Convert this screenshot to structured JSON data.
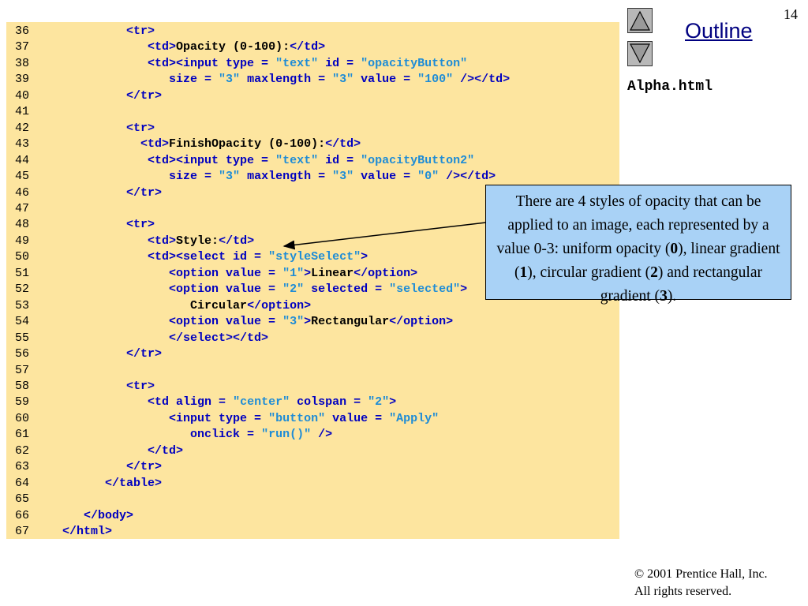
{
  "slide": {
    "number": "14"
  },
  "navigation": {
    "outline_label": "Outline",
    "up_icon": "triangle-up-icon",
    "down_icon": "triangle-down-icon"
  },
  "file_name": "Alpha.html",
  "code_lines": [
    {
      "n": "36",
      "indent": 12,
      "tokens": [
        [
          "t",
          "<tr>"
        ]
      ]
    },
    {
      "n": "37",
      "indent": 15,
      "tokens": [
        [
          "t",
          "<td>"
        ],
        [
          "x",
          "Opacity (0-100):"
        ],
        [
          "t",
          "</td>"
        ]
      ]
    },
    {
      "n": "38",
      "indent": 15,
      "tokens": [
        [
          "t",
          "<td><input type = "
        ],
        [
          "s",
          "\"text\""
        ],
        [
          "t",
          " id = "
        ],
        [
          "s",
          "\"opacityButton\""
        ]
      ]
    },
    {
      "n": "39",
      "indent": 18,
      "tokens": [
        [
          "t",
          "size = "
        ],
        [
          "s",
          "\"3\""
        ],
        [
          "t",
          " maxlength = "
        ],
        [
          "s",
          "\"3\""
        ],
        [
          "t",
          " value = "
        ],
        [
          "s",
          "\"100\""
        ],
        [
          "t",
          " /></td>"
        ]
      ]
    },
    {
      "n": "40",
      "indent": 12,
      "tokens": [
        [
          "t",
          "</tr>"
        ]
      ]
    },
    {
      "n": "41",
      "indent": 0,
      "tokens": []
    },
    {
      "n": "42",
      "indent": 12,
      "tokens": [
        [
          "t",
          "<tr>"
        ]
      ]
    },
    {
      "n": "43",
      "indent": 14,
      "tokens": [
        [
          "t",
          "<td>"
        ],
        [
          "x",
          "FinishOpacity (0-100):"
        ],
        [
          "t",
          "</td>"
        ]
      ]
    },
    {
      "n": "44",
      "indent": 15,
      "tokens": [
        [
          "t",
          "<td><input type = "
        ],
        [
          "s",
          "\"text\""
        ],
        [
          "t",
          " id = "
        ],
        [
          "s",
          "\"opacityButton2\""
        ]
      ]
    },
    {
      "n": "45",
      "indent": 18,
      "tokens": [
        [
          "t",
          "size = "
        ],
        [
          "s",
          "\"3\""
        ],
        [
          "t",
          " maxlength = "
        ],
        [
          "s",
          "\"3\""
        ],
        [
          "t",
          " value = "
        ],
        [
          "s",
          "\"0\""
        ],
        [
          "t",
          " /></td>"
        ]
      ]
    },
    {
      "n": "46",
      "indent": 12,
      "tokens": [
        [
          "t",
          "</tr>"
        ]
      ]
    },
    {
      "n": "47",
      "indent": 0,
      "tokens": []
    },
    {
      "n": "48",
      "indent": 12,
      "tokens": [
        [
          "t",
          "<tr>"
        ]
      ]
    },
    {
      "n": "49",
      "indent": 15,
      "tokens": [
        [
          "t",
          "<td>"
        ],
        [
          "x",
          "Style:"
        ],
        [
          "t",
          "</td>"
        ]
      ]
    },
    {
      "n": "50",
      "indent": 15,
      "tokens": [
        [
          "t",
          "<td><select id = "
        ],
        [
          "s",
          "\"styleSelect\""
        ],
        [
          "t",
          ">"
        ]
      ]
    },
    {
      "n": "51",
      "indent": 18,
      "tokens": [
        [
          "t",
          "<option value = "
        ],
        [
          "s",
          "\"1\""
        ],
        [
          "t",
          ">"
        ],
        [
          "x",
          "Linear"
        ],
        [
          "t",
          "</option>"
        ]
      ]
    },
    {
      "n": "52",
      "indent": 18,
      "tokens": [
        [
          "t",
          "<option value = "
        ],
        [
          "s",
          "\"2\""
        ],
        [
          "t",
          " selected = "
        ],
        [
          "s",
          "\"selected\""
        ],
        [
          "t",
          ">"
        ]
      ]
    },
    {
      "n": "53",
      "indent": 21,
      "tokens": [
        [
          "x",
          "Circular"
        ],
        [
          "t",
          "</option>"
        ]
      ]
    },
    {
      "n": "54",
      "indent": 18,
      "tokens": [
        [
          "t",
          "<option value = "
        ],
        [
          "s",
          "\"3\""
        ],
        [
          "t",
          ">"
        ],
        [
          "x",
          "Rectangular"
        ],
        [
          "t",
          "</option>"
        ]
      ]
    },
    {
      "n": "55",
      "indent": 18,
      "tokens": [
        [
          "t",
          "</select></td>"
        ]
      ]
    },
    {
      "n": "56",
      "indent": 12,
      "tokens": [
        [
          "t",
          "</tr>"
        ]
      ]
    },
    {
      "n": "57",
      "indent": 0,
      "tokens": []
    },
    {
      "n": "58",
      "indent": 12,
      "tokens": [
        [
          "t",
          "<tr>"
        ]
      ]
    },
    {
      "n": "59",
      "indent": 15,
      "tokens": [
        [
          "t",
          "<td align = "
        ],
        [
          "s",
          "\"center\""
        ],
        [
          "t",
          " colspan = "
        ],
        [
          "s",
          "\"2\""
        ],
        [
          "t",
          ">"
        ]
      ]
    },
    {
      "n": "60",
      "indent": 18,
      "tokens": [
        [
          "t",
          "<input type = "
        ],
        [
          "s",
          "\"button\""
        ],
        [
          "t",
          " value = "
        ],
        [
          "s",
          "\"Apply\""
        ]
      ]
    },
    {
      "n": "61",
      "indent": 21,
      "tokens": [
        [
          "t",
          "onclick = "
        ],
        [
          "s",
          "\"run()\""
        ],
        [
          "t",
          " />"
        ]
      ]
    },
    {
      "n": "62",
      "indent": 15,
      "tokens": [
        [
          "t",
          "</td>"
        ]
      ]
    },
    {
      "n": "63",
      "indent": 12,
      "tokens": [
        [
          "t",
          "</tr>"
        ]
      ]
    },
    {
      "n": "64",
      "indent": 9,
      "tokens": [
        [
          "t",
          "</table>"
        ]
      ]
    },
    {
      "n": "65",
      "indent": 0,
      "tokens": []
    },
    {
      "n": "66",
      "indent": 6,
      "tokens": [
        [
          "t",
          "</body>"
        ]
      ]
    },
    {
      "n": "67",
      "indent": 3,
      "tokens": [
        [
          "t",
          "</html>"
        ]
      ]
    }
  ],
  "callout": {
    "parts": [
      [
        "n",
        "There are 4 styles of opacity that can be applied to an image, each represented by a value 0-3: uniform opacity ("
      ],
      [
        "b",
        "0"
      ],
      [
        "n",
        "), linear gradient ("
      ],
      [
        "b",
        "1"
      ],
      [
        "n",
        "), circular gradient ("
      ],
      [
        "b",
        "2"
      ],
      [
        "n",
        ") and rectangular gradient ("
      ],
      [
        "b",
        "3"
      ],
      [
        "n",
        ")."
      ]
    ]
  },
  "footer": {
    "copyright_symbol": "©",
    "line1": " 2001 Prentice Hall, Inc.",
    "line2": "All rights reserved."
  },
  "colors": {
    "code_background": "#fde59f",
    "tag_color": "#0000c0",
    "string_color": "#1e8cd6",
    "callout_background": "#a9d2f6",
    "link_color": "#000080"
  }
}
